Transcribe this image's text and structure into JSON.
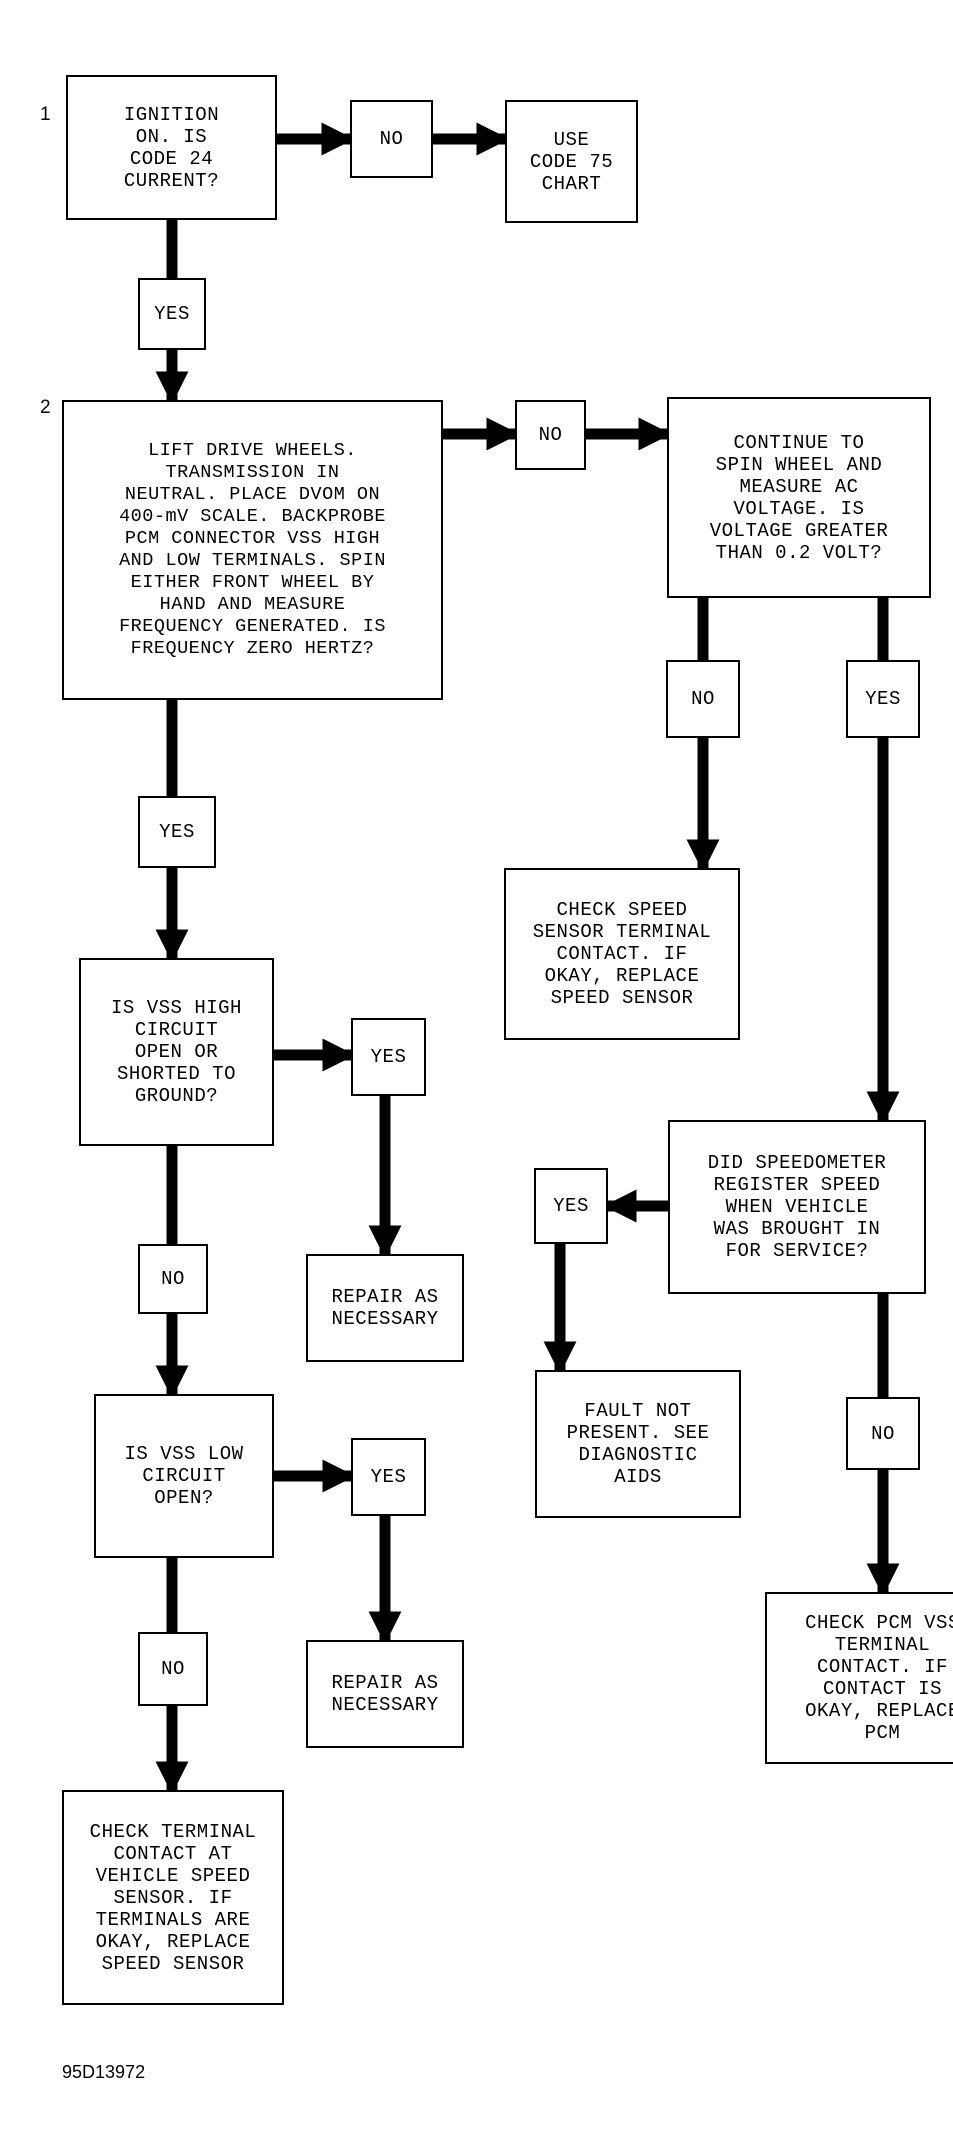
{
  "steps": {
    "s1": "1",
    "s2": "2"
  },
  "nodes": {
    "q_code24": "IGNITION\nON. IS\nCODE 24\nCURRENT?",
    "no_1": "NO",
    "use_code75": "USE\nCODE 75\nCHART",
    "yes_1": "YES",
    "q_frequency": "LIFT DRIVE WHEELS.\nTRANSMISSION IN\nNEUTRAL. PLACE DVOM ON\n400-mV SCALE. BACKPROBE\nPCM CONNECTOR VSS HIGH\nAND LOW TERMINALS. SPIN\nEITHER FRONT WHEEL BY\nHAND AND MEASURE\nFREQUENCY GENERATED. IS\nFREQUENCY ZERO HERTZ?",
    "no_2": "NO",
    "q_ac_voltage": "CONTINUE TO\nSPIN WHEEL AND\nMEASURE AC\nVOLTAGE. IS\nVOLTAGE GREATER\nTHAN 0.2 VOLT?",
    "no_3": "NO",
    "yes_3": "YES",
    "check_speed_sensor": "CHECK SPEED\nSENSOR TERMINAL\nCONTACT. IF\nOKAY, REPLACE\nSPEED SENSOR",
    "yes_2": "YES",
    "q_vss_high": "IS VSS HIGH\nCIRCUIT\nOPEN OR\nSHORTED TO\nGROUND?",
    "yes_4": "YES",
    "repair_1": "REPAIR AS\nNECESSARY",
    "no_4": "NO",
    "q_vss_low": "IS VSS LOW\nCIRCUIT\nOPEN?",
    "yes_5": "YES",
    "repair_2": "REPAIR AS\nNECESSARY",
    "no_5": "NO",
    "check_terminal_contact": "CHECK TERMINAL\nCONTACT AT\nVEHICLE SPEED\nSENSOR. IF\nTERMINALS ARE\nOKAY, REPLACE\nSPEED SENSOR",
    "q_speedometer": "DID SPEEDOMETER\nREGISTER SPEED\nWHEN VEHICLE\nWAS BROUGHT IN\nFOR SERVICE?",
    "yes_6": "YES",
    "fault_not_present": "FAULT NOT\nPRESENT. SEE\nDIAGNOSTIC\nAIDS",
    "no_6": "NO",
    "check_pcm": "CHECK PCM VSS\nTERMINAL\nCONTACT. IF\nCONTACT IS\nOKAY, REPLACE\nPCM"
  },
  "figure_id": "95D13972"
}
